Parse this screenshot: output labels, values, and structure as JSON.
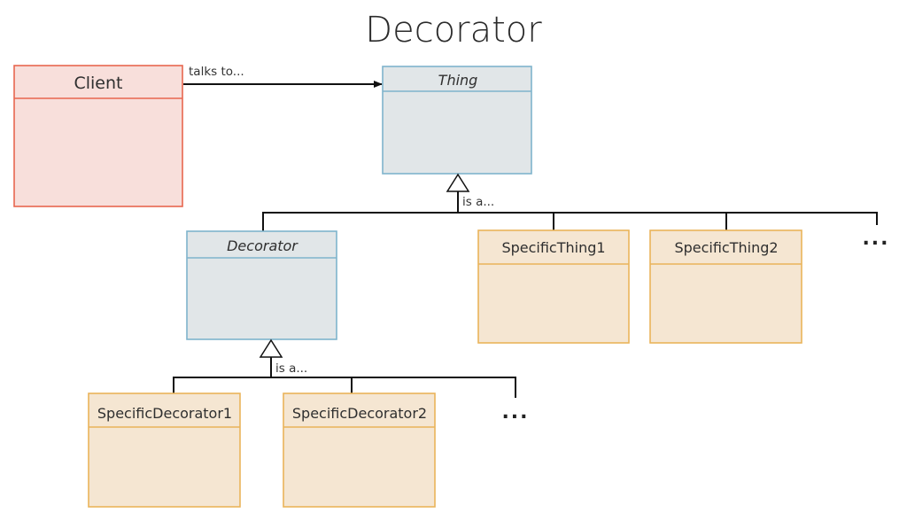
{
  "title": "Decorator",
  "colors": {
    "client_fill": "#f8dfdb",
    "client_stroke": "#e8674f",
    "abstract_fill": "#e1e6e8",
    "abstract_stroke": "#7fb4cc",
    "concrete_fill": "#f5e6d2",
    "concrete_stroke": "#eab45a",
    "line": "#111111"
  },
  "classes": {
    "client": {
      "name": "Client",
      "abstract": false
    },
    "thing": {
      "name": "Thing",
      "abstract": true
    },
    "decorator": {
      "name": "Decorator",
      "abstract": true
    },
    "specific_thing_1": {
      "name": "SpecificThing1",
      "abstract": false
    },
    "specific_thing_2": {
      "name": "SpecificThing2",
      "abstract": false
    },
    "specific_decorator_1": {
      "name": "SpecificDecorator1",
      "abstract": false
    },
    "specific_decorator_2": {
      "name": "SpecificDecorator2",
      "abstract": false
    }
  },
  "relations": {
    "association_label": "talks to...",
    "inheritance_label_thing": "is a...",
    "inheritance_label_decorator": "is a...",
    "more_things": "...",
    "more_decorators": "..."
  }
}
